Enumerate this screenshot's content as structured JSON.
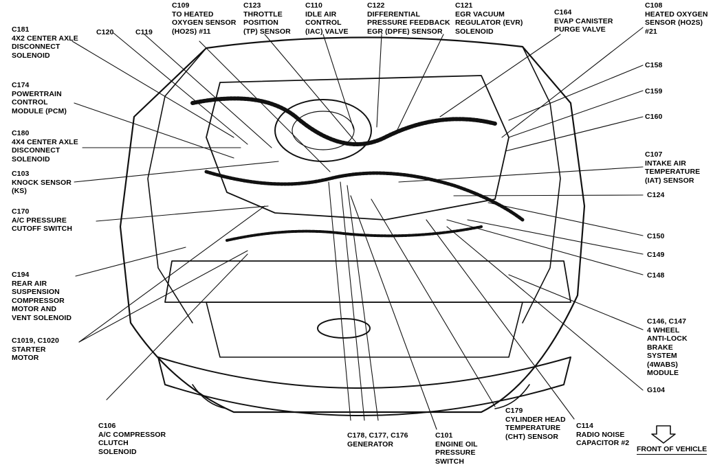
{
  "diagram": {
    "front_of_vehicle": "FRONT OF VEHICLE",
    "labels": [
      {
        "id": "c181",
        "lines": [
          "C181",
          "4X2 CENTER AXLE",
          "DISCONNECT",
          "SOLENOID"
        ]
      },
      {
        "id": "c120",
        "lines": [
          "C120"
        ]
      },
      {
        "id": "c119",
        "lines": [
          "C119"
        ]
      },
      {
        "id": "c109",
        "lines": [
          "C109",
          "TO HEATED",
          "OXYGEN SENSOR",
          "(HO2S) #11"
        ]
      },
      {
        "id": "c123",
        "lines": [
          "C123",
          "THROTTLE",
          "POSITION",
          "(TP) SENSOR"
        ]
      },
      {
        "id": "c110",
        "lines": [
          "C110",
          "IDLE AIR",
          "CONTROL",
          "(IAC) VALVE"
        ]
      },
      {
        "id": "c122",
        "lines": [
          "C122",
          "DIFFERENTIAL",
          "PRESSURE FEEDBACK",
          "EGR (DPFE) SENSOR"
        ]
      },
      {
        "id": "c121",
        "lines": [
          "C121",
          "EGR VACUUM",
          "REGULATOR (EVR)",
          "SOLENOID"
        ]
      },
      {
        "id": "c164",
        "lines": [
          "C164",
          "EVAP CANISTER",
          "PURGE VALVE"
        ]
      },
      {
        "id": "c108",
        "lines": [
          "C108",
          "HEATED OXYGEN",
          "SENSOR (HO2S)",
          "#21"
        ]
      },
      {
        "id": "c174",
        "lines": [
          "C174",
          "POWERTRAIN",
          "CONTROL",
          "MODULE (PCM)"
        ]
      },
      {
        "id": "c158",
        "lines": [
          "C158"
        ]
      },
      {
        "id": "c159",
        "lines": [
          "C159"
        ]
      },
      {
        "id": "c160",
        "lines": [
          "C160"
        ]
      },
      {
        "id": "c180",
        "lines": [
          "C180",
          "4X4 CENTER AXLE",
          "DISCONNECT",
          "SOLENOID"
        ]
      },
      {
        "id": "c107",
        "lines": [
          "C107",
          "INTAKE AIR",
          "TEMPERATURE",
          "(IAT) SENSOR"
        ]
      },
      {
        "id": "c103",
        "lines": [
          "C103",
          "KNOCK SENSOR",
          "(KS)"
        ]
      },
      {
        "id": "c124",
        "lines": [
          "C124"
        ]
      },
      {
        "id": "c170",
        "lines": [
          "C170",
          "A/C PRESSURE",
          "CUTOFF SWITCH"
        ]
      },
      {
        "id": "c150",
        "lines": [
          "C150"
        ]
      },
      {
        "id": "c149",
        "lines": [
          "C149"
        ]
      },
      {
        "id": "c148",
        "lines": [
          "C148"
        ]
      },
      {
        "id": "c194",
        "lines": [
          "C194",
          "REAR AIR",
          "SUSPENSION",
          "COMPRESSOR",
          "MOTOR AND",
          "VENT SOLENOID"
        ]
      },
      {
        "id": "c146",
        "lines": [
          "C146, C147",
          "4 WHEEL",
          "ANTI-LOCK",
          "BRAKE",
          "SYSTEM",
          "(4WABS)",
          "MODULE"
        ]
      },
      {
        "id": "c1019",
        "lines": [
          "C1019, C1020",
          "STARTER",
          "MOTOR"
        ]
      },
      {
        "id": "g104",
        "lines": [
          "G104"
        ]
      },
      {
        "id": "c106",
        "lines": [
          "C106",
          "A/C COMPRESSOR",
          "CLUTCH",
          "SOLENOID"
        ]
      },
      {
        "id": "c178",
        "lines": [
          "C178, C177, C176",
          "GENERATOR"
        ]
      },
      {
        "id": "c101",
        "lines": [
          "C101",
          "ENGINE OIL",
          "PRESSURE",
          "SWITCH"
        ]
      },
      {
        "id": "c179",
        "lines": [
          "C179",
          "CYLINDER HEAD",
          "TEMPERATURE",
          "(CHT) SENSOR"
        ]
      },
      {
        "id": "c114",
        "lines": [
          "C114",
          "RADIO NOISE",
          "CAPACITOR #2"
        ]
      }
    ]
  }
}
